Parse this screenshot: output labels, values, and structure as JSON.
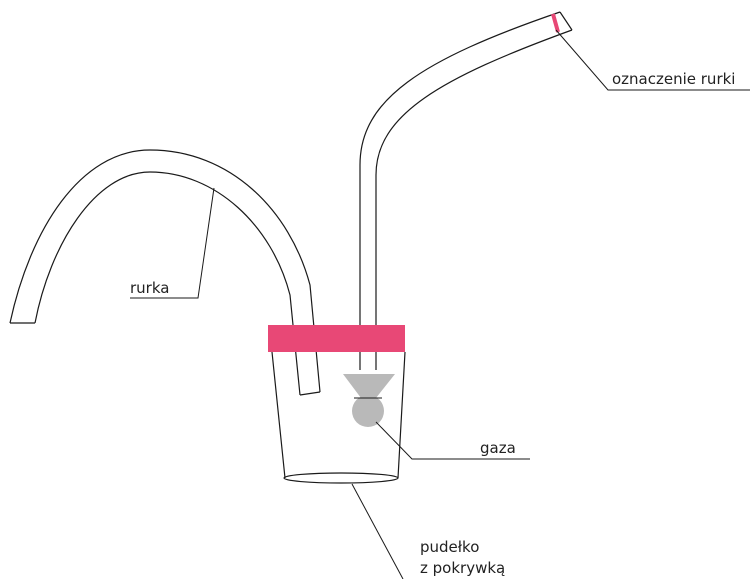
{
  "colors": {
    "lid": "#e84876",
    "marker": "#e84876",
    "gauze": "#b9b9b9",
    "stroke": "#1a1a1a"
  },
  "labels": {
    "tube": "rurka",
    "tube_marking": "oznaczenie rurki",
    "gauze": "gaza",
    "box_line1": "pudełko",
    "box_line2": "z pokrywką"
  }
}
